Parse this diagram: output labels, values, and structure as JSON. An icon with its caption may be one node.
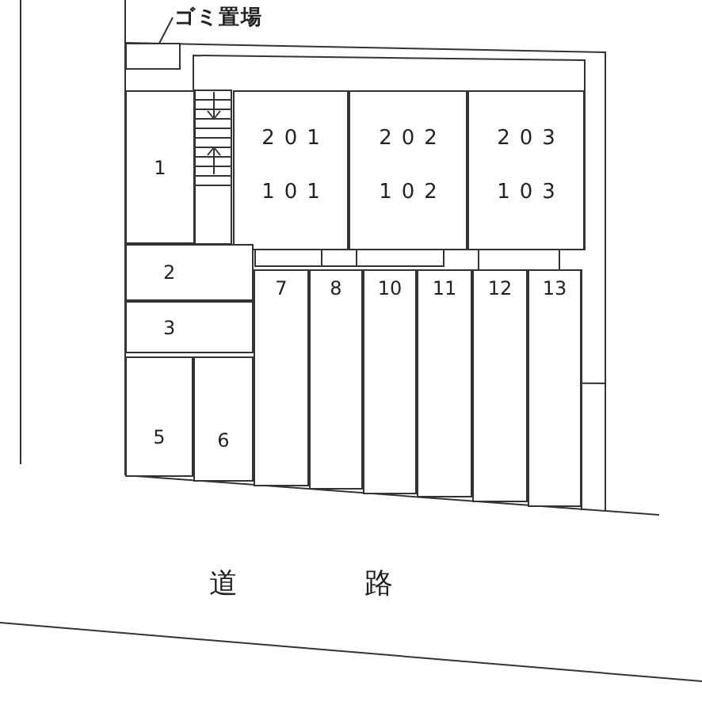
{
  "diagram": {
    "nodes": [
      {
        "text": [
          "ゴミ置場"
        ]
      },
      {
        "text": [],
        "shape": "box"
      },
      {
        "text": [
          "201",
          "101"
        ]
      },
      {
        "text": [
          "202",
          "102"
        ]
      },
      {
        "text": [
          "203",
          "103"
        ]
      },
      {
        "text": [
          "1"
        ]
      },
      {
        "text": [
          "2"
        ]
      },
      {
        "text": [
          "3"
        ]
      },
      {
        "text": [
          "5"
        ]
      },
      {
        "text": [
          "6"
        ]
      },
      {
        "text": [
          "7"
        ]
      },
      {
        "text": [
          "8"
        ]
      },
      {
        "text": [
          "10"
        ]
      },
      {
        "text": [
          "11"
        ]
      },
      {
        "text": [
          "12"
        ]
      },
      {
        "text": [
          "13"
        ]
      }
    ],
    "edges": [
      {
        "from": 0,
        "to": 1,
        "arrow": "none"
      }
    ],
    "labels": [
      "道",
      "路"
    ]
  }
}
